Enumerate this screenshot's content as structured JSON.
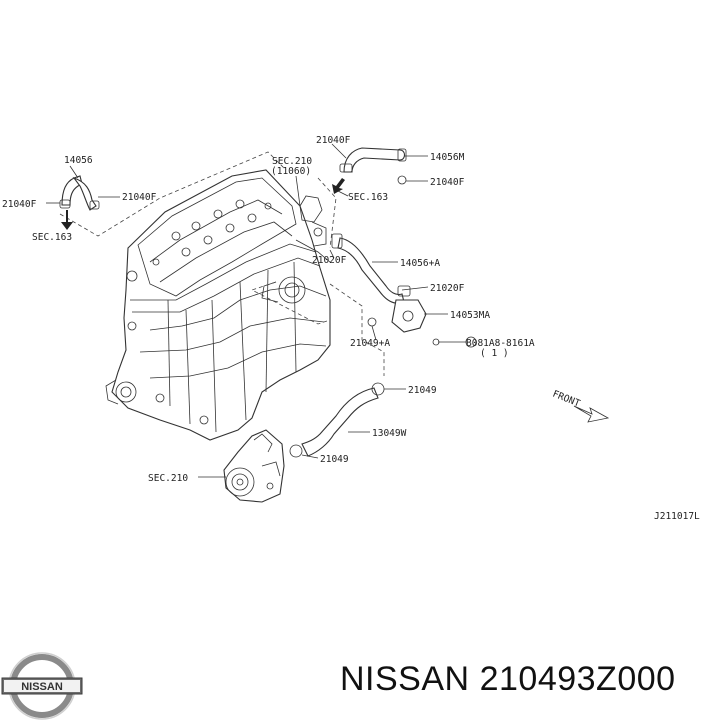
{
  "labels": {
    "l14056": "14056",
    "l21040F_left": "21040F",
    "l21040F_leftmid": "21040F",
    "lsec163_left": "SEC.163",
    "l21040F_top": "21040F",
    "lsec210_top": "SEC.210",
    "lsec210_top_sub": "(11060)",
    "l14056M": "14056M",
    "l21040F_right": "21040F",
    "lsec163_right": "SEC.163",
    "l21020F_a": "21020F",
    "l14056A": "14056+A",
    "l21020F_b": "21020F",
    "l14053MA": "14053MA",
    "l21049A": "21049+A",
    "lbolt": "B081A8-8161A",
    "lbolt_sub": "( 1 )",
    "l21049_upper": "21049",
    "l13049W": "13049W",
    "l21049_lower": "21049",
    "lsec210_bottom": "SEC.210",
    "lfront": "FRONT",
    "ldiagram_code": "J211017L"
  },
  "footer": {
    "brand": "NISSAN",
    "part_number": "210493Z000",
    "logo_text": "NISSAN"
  }
}
